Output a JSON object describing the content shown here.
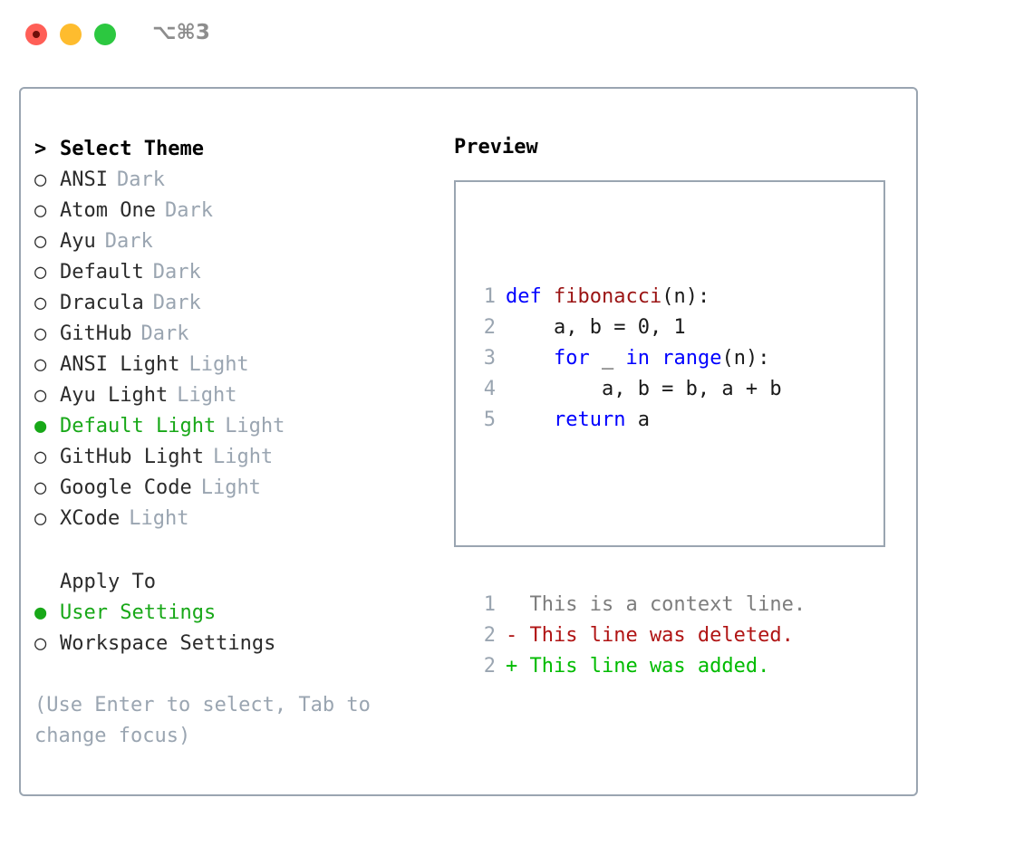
{
  "titlebar": {
    "shortcut": "⌥⌘3",
    "buttons": [
      {
        "name": "close",
        "color": "#ff5f57"
      },
      {
        "name": "minimize",
        "color": "#febc2e"
      },
      {
        "name": "maximize",
        "color": "#2cc840"
      }
    ]
  },
  "theme_picker": {
    "header": {
      "caret": ">",
      "label": "Select Theme"
    },
    "marker_off": "○",
    "marker_on": "●",
    "items": [
      {
        "label": "ANSI",
        "badge": "Dark",
        "selected": false
      },
      {
        "label": "Atom One",
        "badge": "Dark",
        "selected": false
      },
      {
        "label": "Ayu",
        "badge": "Dark",
        "selected": false
      },
      {
        "label": "Default",
        "badge": "Dark",
        "selected": false
      },
      {
        "label": "Dracula",
        "badge": "Dark",
        "selected": false
      },
      {
        "label": "GitHub",
        "badge": "Dark",
        "selected": false
      },
      {
        "label": "ANSI Light",
        "badge": "Light",
        "selected": false
      },
      {
        "label": "Ayu Light",
        "badge": "Light",
        "selected": false
      },
      {
        "label": "Default Light",
        "badge": "Light",
        "selected": true
      },
      {
        "label": "GitHub Light",
        "badge": "Light",
        "selected": false
      },
      {
        "label": "Google Code",
        "badge": "Light",
        "selected": false
      },
      {
        "label": "XCode",
        "badge": "Light",
        "selected": false
      }
    ]
  },
  "apply_to": {
    "header": "Apply To",
    "items": [
      {
        "label": "User Settings",
        "selected": true
      },
      {
        "label": "Workspace Settings",
        "selected": false
      }
    ]
  },
  "hint": "(Use Enter to select, Tab to change focus)",
  "preview": {
    "title": "Preview",
    "code_lines": [
      {
        "num": "1",
        "tokens": [
          {
            "t": "def ",
            "c": "kw"
          },
          {
            "t": "fibonacci",
            "c": "fn"
          },
          {
            "t": "(n):",
            "c": "txt"
          }
        ]
      },
      {
        "num": "2",
        "tokens": [
          {
            "t": "    a, b = 0, 1",
            "c": "txt"
          }
        ]
      },
      {
        "num": "3",
        "tokens": [
          {
            "t": "    ",
            "c": "txt"
          },
          {
            "t": "for",
            "c": "kw"
          },
          {
            "t": " _ ",
            "c": "txt"
          },
          {
            "t": "in",
            "c": "kw"
          },
          {
            "t": " ",
            "c": "txt"
          },
          {
            "t": "range",
            "c": "kw"
          },
          {
            "t": "(n):",
            "c": "txt"
          }
        ]
      },
      {
        "num": "4",
        "tokens": [
          {
            "t": "        a, b = b, a + b",
            "c": "txt"
          }
        ]
      },
      {
        "num": "5",
        "tokens": [
          {
            "t": "    ",
            "c": "txt"
          },
          {
            "t": "return",
            "c": "kw"
          },
          {
            "t": " a",
            "c": "txt"
          }
        ]
      }
    ],
    "diff_lines": [
      {
        "num": "1",
        "tokens": [
          {
            "t": "  This is a context line.",
            "c": "ctx"
          }
        ]
      },
      {
        "num": "2",
        "tokens": [
          {
            "t": "- This line was deleted.",
            "c": "del"
          }
        ]
      },
      {
        "num": "2",
        "tokens": [
          {
            "t": "+ This line was added.",
            "c": "add"
          }
        ]
      }
    ]
  },
  "colors": {
    "accent_green": "#18a818",
    "muted": "#9aa5b1",
    "border": "#9aa5b1",
    "keyword": "#0000ff",
    "function": "#9b1414",
    "diff_added": "#00bb00",
    "diff_deleted": "#b01414",
    "diff_context": "#7d7d7d"
  }
}
